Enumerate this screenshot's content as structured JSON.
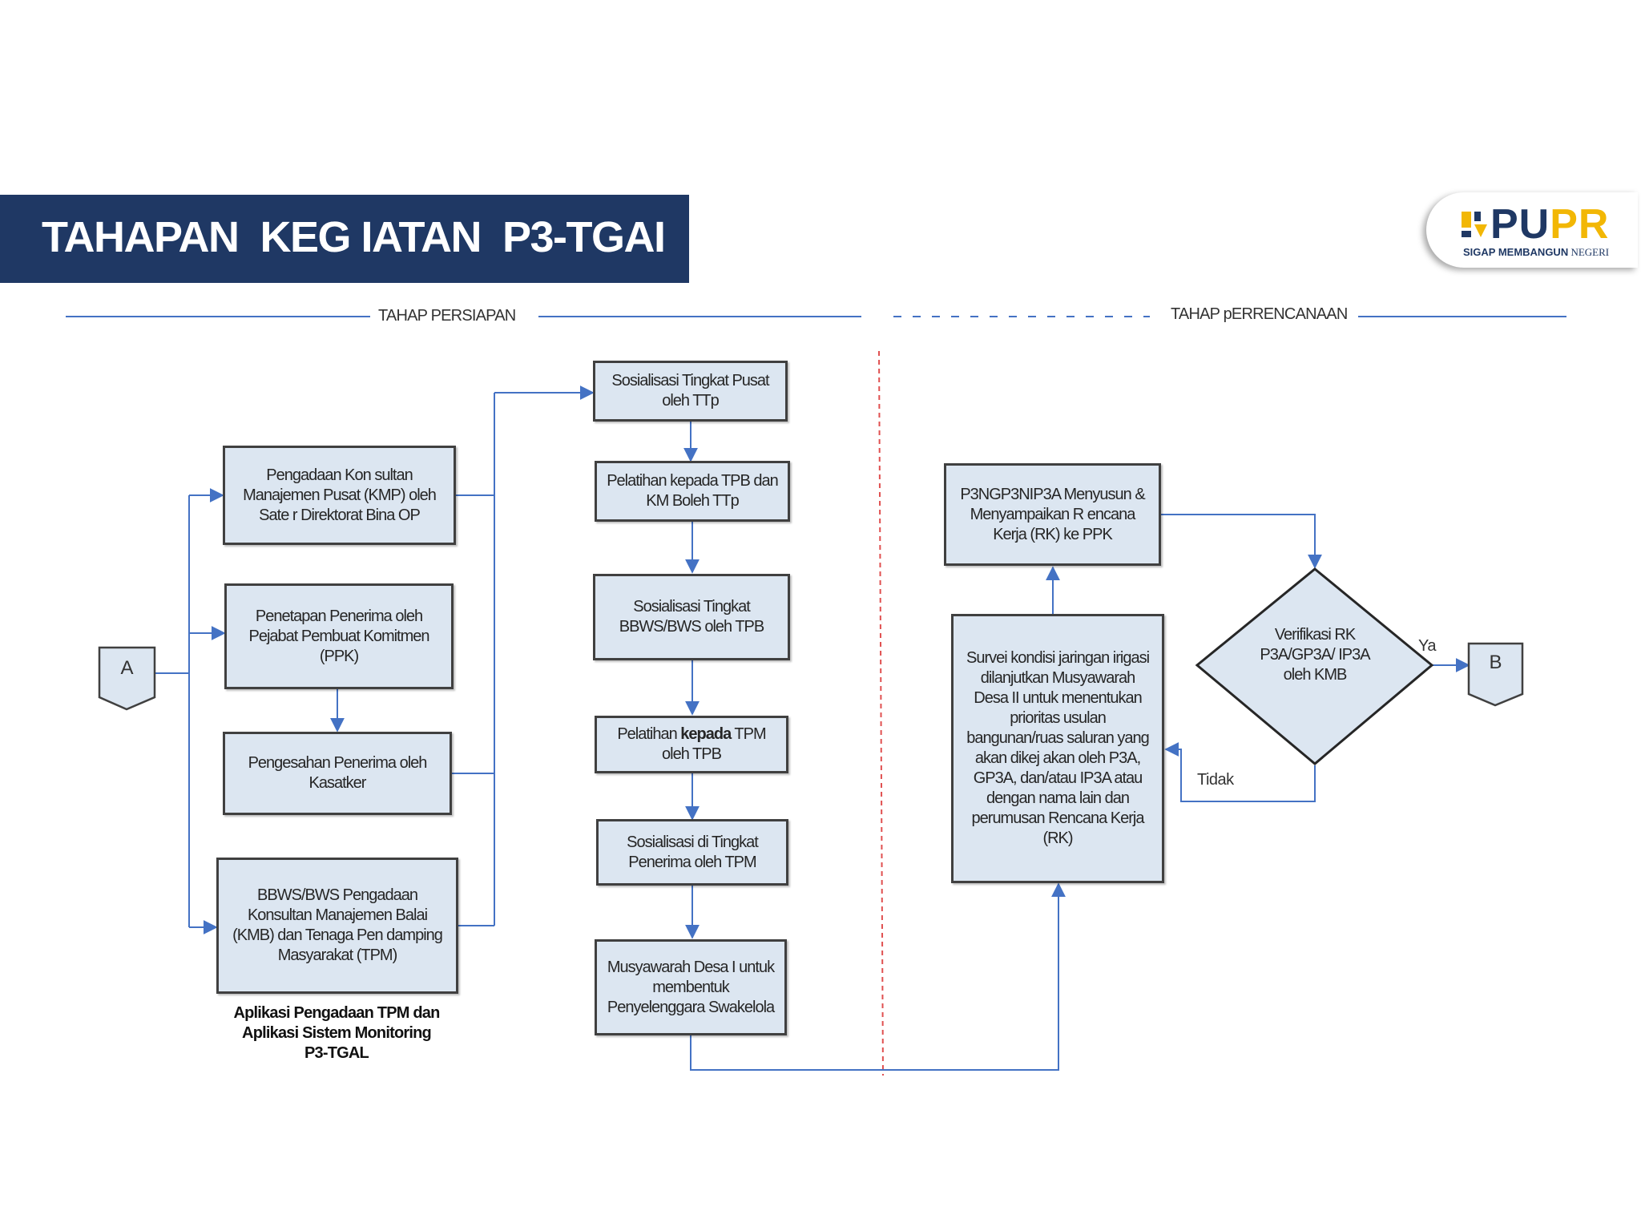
{
  "header": {
    "title": "TAHAPAN  KEG IATAN  P3-TGAI",
    "logo": {
      "text_pu": "PU",
      "text_pr": "PR",
      "tagline_bold": "SIGAP MEMBANGUN",
      "tagline_rest": " NEGERI"
    }
  },
  "phases": {
    "persiapan": "TAHAP PERSIAPAN",
    "perencanaan": "TAHAP pERRENCANAAN"
  },
  "connectors": {
    "a": "A",
    "b": "B"
  },
  "nodes": {
    "kmp": "Pengadaan Kon sultan Manajemen Pusat (KMP) oleh Sate r Direktorat Bina OP",
    "ppk": "Penetapan Penerima oleh Pejabat Pembuat Komitmen (PPK)",
    "kasatker": "Pengesahan Penerima oleh Kasatker",
    "kmb": "BBWS/BWS Pengadaan Konsultan Manajemen Balai (KMB) dan Tenaga Pen damping Masyarakat (TPM)",
    "sos_pusat": "Sosialisasi Tingkat Pusat oleh TTp",
    "pel_tpb": "Pelatihan kepada TPB dan KM Boleh TTp",
    "sos_bbws": "Sosialisasi Tingkat BBWS/BWS oleh TPB",
    "pel_tpm_pre": "Pelatihan ",
    "pel_tpm_bold": "kepada",
    "pel_tpm_post": " TPM oleh TPB",
    "sos_penerima": "Sosialisasi di Tingkat Penerima oleh TPM",
    "musdes1": "Musyawarah Desa I untuk membentuk Penyelenggara Swakelola",
    "survei": "Survei kondisi jaringan irigasi dilanjutkan Musyawarah Desa II untuk menentukan prioritas usulan bangunan/ruas saluran yang akan dikej akan oleh P3A, GP3A, dan/atau IP3A atau dengan nama lain dan perumusan Rencana Kerja (RK)",
    "rk": "P3NGP3NIP3A Menyusun & Menyampaikan R encana Kerja (RK) ke PPK",
    "verifikasi": "Verifikasi RK P3A/GP3A/ IP3A oleh KMB"
  },
  "note": "Aplikasi Pengadaan TPM dan Aplikasi Sistem Monitoring P3-TGAL",
  "edge_labels": {
    "ya": "Ya",
    "tidak": "Tidak"
  },
  "colors": {
    "title_bar": "#1f3864",
    "box_fill": "#dce6f1",
    "box_border": "#404040",
    "arrow": "#4472c4",
    "divider": "#e05050"
  }
}
